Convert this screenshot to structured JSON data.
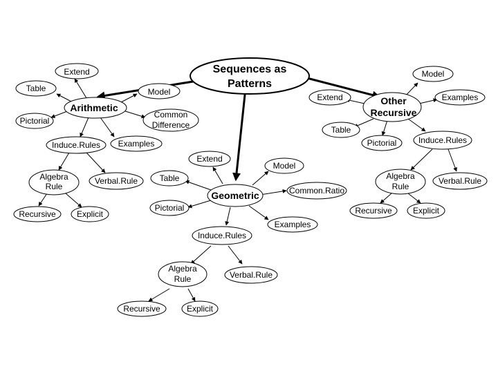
{
  "title": {
    "line1": "Sequences as",
    "line2": "Patterns"
  },
  "arithmetic": {
    "label": "Arithmetic",
    "extend": "Extend",
    "table": "Table",
    "model": "Model",
    "pictorial": "Pictorial",
    "common_difference": {
      "line1": "Common",
      "line2": "Difference"
    },
    "examples": "Examples",
    "induce_rules": "Induce.Rules",
    "algebra_rule": {
      "line1": "Algebra",
      "line2": "Rule"
    },
    "verbal_rule": "Verbal.Rule",
    "recursive": "Recursive",
    "explicit": "Explicit"
  },
  "geometric": {
    "label": "Geometric",
    "extend": "Extend",
    "table": "Table",
    "model": "Model",
    "pictorial": "Pictorial",
    "common_ratio": "Common.Ratio",
    "examples": "Examples",
    "induce_rules": "Induce.Rules",
    "algebra_rule": {
      "line1": "Algebra",
      "line2": "Rule"
    },
    "verbal_rule": "Verbal.Rule",
    "recursive": "Recursive",
    "explicit": "Explicit"
  },
  "other": {
    "label": {
      "line1": "Other",
      "line2": "Recursive"
    },
    "extend": "Extend",
    "model": "Model",
    "examples": "Examples",
    "table": "Table",
    "pictorial": "Pictorial",
    "induce_rules": "Induce.Rules",
    "algebra_rule": {
      "line1": "Algebra",
      "line2": "Rule"
    },
    "verbal_rule": "Verbal.Rule",
    "recursive": "Recursive",
    "explicit": "Explicit"
  }
}
